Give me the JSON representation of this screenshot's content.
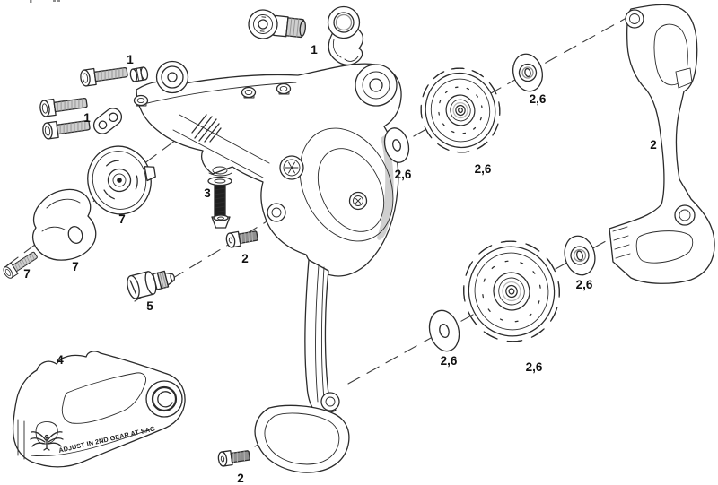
{
  "figure": {
    "background": "#ffffff"
  },
  "callouts": {
    "limit_screw_a": "1",
    "pivot_plate": "1",
    "b_bolt_hanger": "1",
    "inner_cage_plate": "2",
    "cage_screw_upper": "2",
    "cage_screw_lower": "2",
    "cable_anchor_bolt": "3",
    "chain_guide": "4",
    "adjuster_barrel": "5",
    "upper_washer_left": "2,6",
    "upper_pulley": "2,6",
    "upper_washer_right": "2,6",
    "lower_washer_left": "2,6",
    "lower_pulley": "2,6",
    "lower_washer_right": "2,6",
    "cable_pulley": "7",
    "pulley_cover": "7",
    "cover_screw": "7"
  },
  "engraving": {
    "chain_guide_text": "ADJUST IN 2ND GEAR AT SAG"
  },
  "icons": {
    "chain_guide_logo": "eagle-icon"
  },
  "colors": {
    "line": "#2b2b2b",
    "label_text": "#111111",
    "shade_light": "#cfcfcf",
    "shade_mid": "#8f8f8f",
    "shade_dark": "#1f1f1f"
  }
}
